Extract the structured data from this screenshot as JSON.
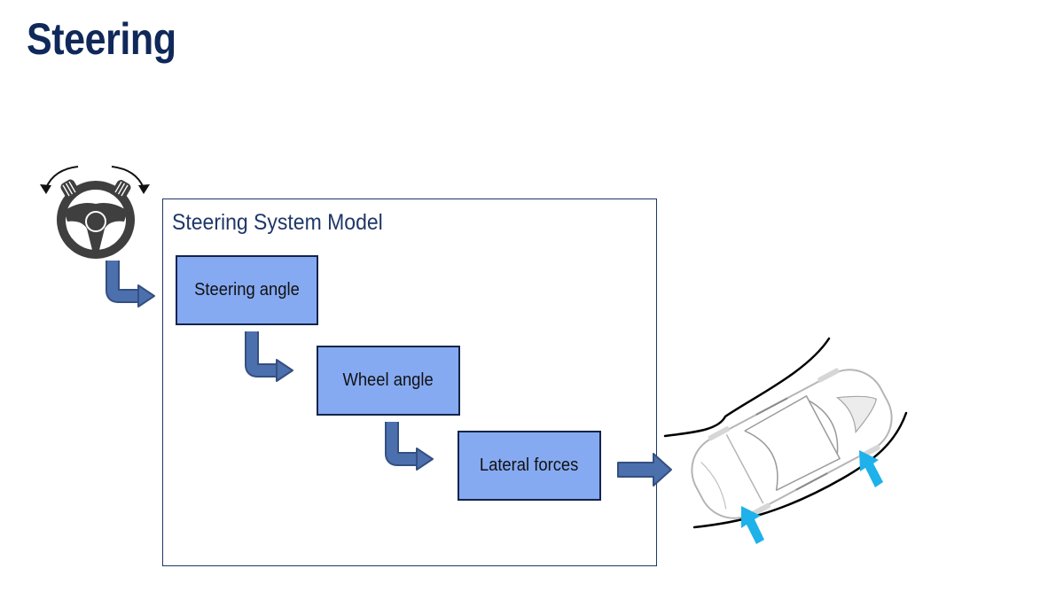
{
  "slide": {
    "title": "Steering"
  },
  "model": {
    "title": "Steering System Model"
  },
  "stages": [
    {
      "label": "Steering angle"
    },
    {
      "label": "Wheel angle"
    },
    {
      "label": "Lateral forces"
    }
  ],
  "colors": {
    "title": "#10285a",
    "frame_border": "#1f3768",
    "stage_fill": "#86aaf2",
    "stage_border": "#14244a",
    "arrow_fill": "#4c6fae",
    "force_arrow": "#1eb1ea",
    "wheel_icon": "#3f3f3f"
  },
  "icons": {
    "steering_wheel": "steering-wheel-icon",
    "car": "car-top-view-icon"
  }
}
